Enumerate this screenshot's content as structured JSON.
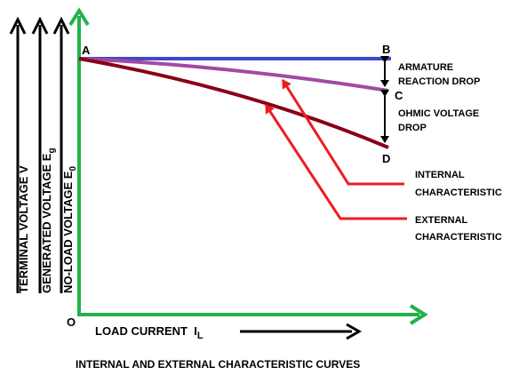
{
  "y_axis_labels": {
    "terminal": "TERMINAL VOLTAGE V",
    "generated_main": "GENERATED VOLTAGE E",
    "generated_sub": "g",
    "noload_main": "NO-LOAD VOLTAGE E",
    "noload_sub": "0"
  },
  "x_axis_label": {
    "main": "LOAD CURRENT  I",
    "sub": "L"
  },
  "origin_label": "O",
  "points": {
    "a": "A",
    "b": "B",
    "c": "C",
    "d": "D"
  },
  "annotations": {
    "armature_line1": "ARMATURE",
    "armature_line2": "REACTION DROP",
    "ohmic_line1": "OHMIC VOLTAGE",
    "ohmic_line2": "DROP",
    "internal_line1": "INTERNAL",
    "internal_line2": "CHARACTERISTIC",
    "external_line1": "EXTERNAL",
    "external_line2": "CHARACTERISTIC"
  },
  "caption": "INTERNAL AND EXTERNAL CHARACTERISTIC CURVES",
  "colors": {
    "axis": "#22b24c",
    "no_load_line": "#3f48cc",
    "internal_curve": "#a349a4",
    "external_curve": "#880015",
    "pointer": "#ed1c24",
    "text": "#000000"
  }
}
